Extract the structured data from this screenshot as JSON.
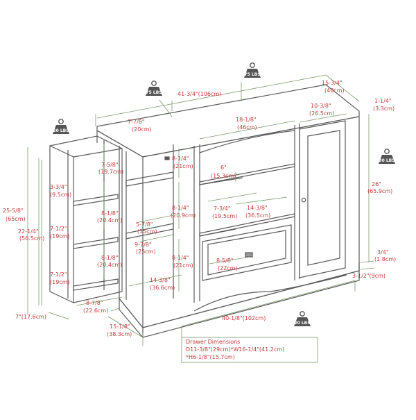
{
  "weights": {
    "top_left": "75 LBS",
    "top_center": "75 LBS",
    "side_left": "20 LBS",
    "right": "30 LBS",
    "bottom": "20 LBS"
  },
  "dimensions": {
    "total_width": "41-3/4\"(106cm)",
    "depth": "15-3/4\"",
    "depth_cm": "(40cm)",
    "top_thickness": "1-1/4\"",
    "top_thickness_cm": "(3.3cm)",
    "door_width": "10-3/8\"",
    "door_width_cm": "(26.5cm)",
    "center_width": "18-1/8\"",
    "center_width_cm": "(46cm)",
    "left_shelf_width": "7-7/8\"",
    "left_shelf_width_cm": "(20cm)",
    "height": "26\"",
    "height_cm": "(65.9cm)",
    "base_small": "3/4\"",
    "base_small_cm": "(1.8cm)",
    "base_height": "3-1/2\"(9cm)",
    "side_height": "25-5/8\"",
    "side_height_cm": "(65cm)",
    "side_inner_height": "22-1/4\"",
    "side_inner_height_cm": "(56.5cm)",
    "side_shelf_1": "3-3/4\"",
    "side_shelf_1_cm": "(9.5cm)",
    "side_shelf_2": "7-1/2\"",
    "side_shelf_2_cm": "(19cm)",
    "side_shelf_3": "7-1/2\"",
    "side_shelf_3_cm": "(19cm)",
    "side_depth": "7\"(17.6cm)",
    "shelf_h1": "7-5/8\"",
    "shelf_h1_cm": "(19.7cm)",
    "shelf_h2": "8-1/8\"",
    "shelf_h2_cm": "(20.4cm)",
    "shelf_h3": "8-1/8\"",
    "shelf_h3_cm": "(20.4cm)",
    "open_w1": "5-7/8\"",
    "open_w1_cm": "(15cm)",
    "open_w2": "9-7/8\"",
    "open_w2_cm": "(25cm)",
    "side_bottom_w": "8-7/8\"",
    "side_bottom_w_cm": "(22.6cm)",
    "left_depth": "14-3/8\"",
    "left_depth_cm": "(36.6cm)",
    "base_left": "15-1/8\"",
    "base_left_cm": "(38.3cm)",
    "center_h1": "8-1/4\"",
    "center_h1_cm": "(21cm)",
    "center_h2": "8-1/4\"",
    "center_h2_cm": "(20.9cm)",
    "center_h3": "8-1/4\"",
    "center_h3_cm": "(21cm)",
    "center_shelf_h": "6\"",
    "center_shelf_h_cm": "(15.3cm)",
    "center_inner_w": "7-3/4\"",
    "center_inner_w_cm": "(19.5cm)",
    "center_depth": "14-3/8\"",
    "center_depth_cm": "(36.5cm)",
    "drawer_front": "8-5/8\"",
    "drawer_front_cm": "(22cm)",
    "base_width": "40-1/8\"(102cm)"
  },
  "drawer_note": {
    "title": "Drawer Dimensions",
    "line1": "D11-3/8\"(29cm)*W16-1/4\"(41.2cm)",
    "line2": "*H6-1/8\"(15.7cm)"
  },
  "colors": {
    "outline": "#5a5a5a",
    "dimension": "#c53a3a",
    "guide": "#7a9a6a",
    "weight_fill": "#555555"
  }
}
